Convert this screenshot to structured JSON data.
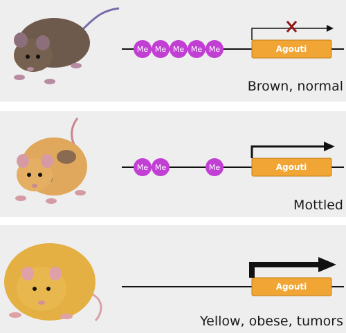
{
  "methyl_label": "Me",
  "gene_label": "Agouti",
  "colors": {
    "panel_bg": "#eeeeee",
    "methyl_fill": "#c23fd4",
    "gene_fill": "#f0a534",
    "line": "#111111",
    "repress_mark": "#8b1a1a"
  },
  "panels": [
    {
      "caption": "Brown, normal",
      "mouse": "brown-mouse",
      "methyl_group_count": 5,
      "transcription": "repressed",
      "icons": [
        "mouse-icon",
        "methyl-group-icon",
        "transcription-arrow-icon",
        "repression-x-icon"
      ]
    },
    {
      "caption": "Mottled",
      "mouse": "mottled-mouse",
      "methyl_group_count": 3,
      "transcription": "partial",
      "icons": [
        "mouse-icon",
        "methyl-group-icon",
        "transcription-arrow-icon"
      ]
    },
    {
      "caption": "Yellow, obese, tumors",
      "mouse": "yellow-mouse",
      "methyl_group_count": 0,
      "transcription": "strong",
      "icons": [
        "mouse-icon",
        "transcription-arrow-icon"
      ]
    }
  ]
}
